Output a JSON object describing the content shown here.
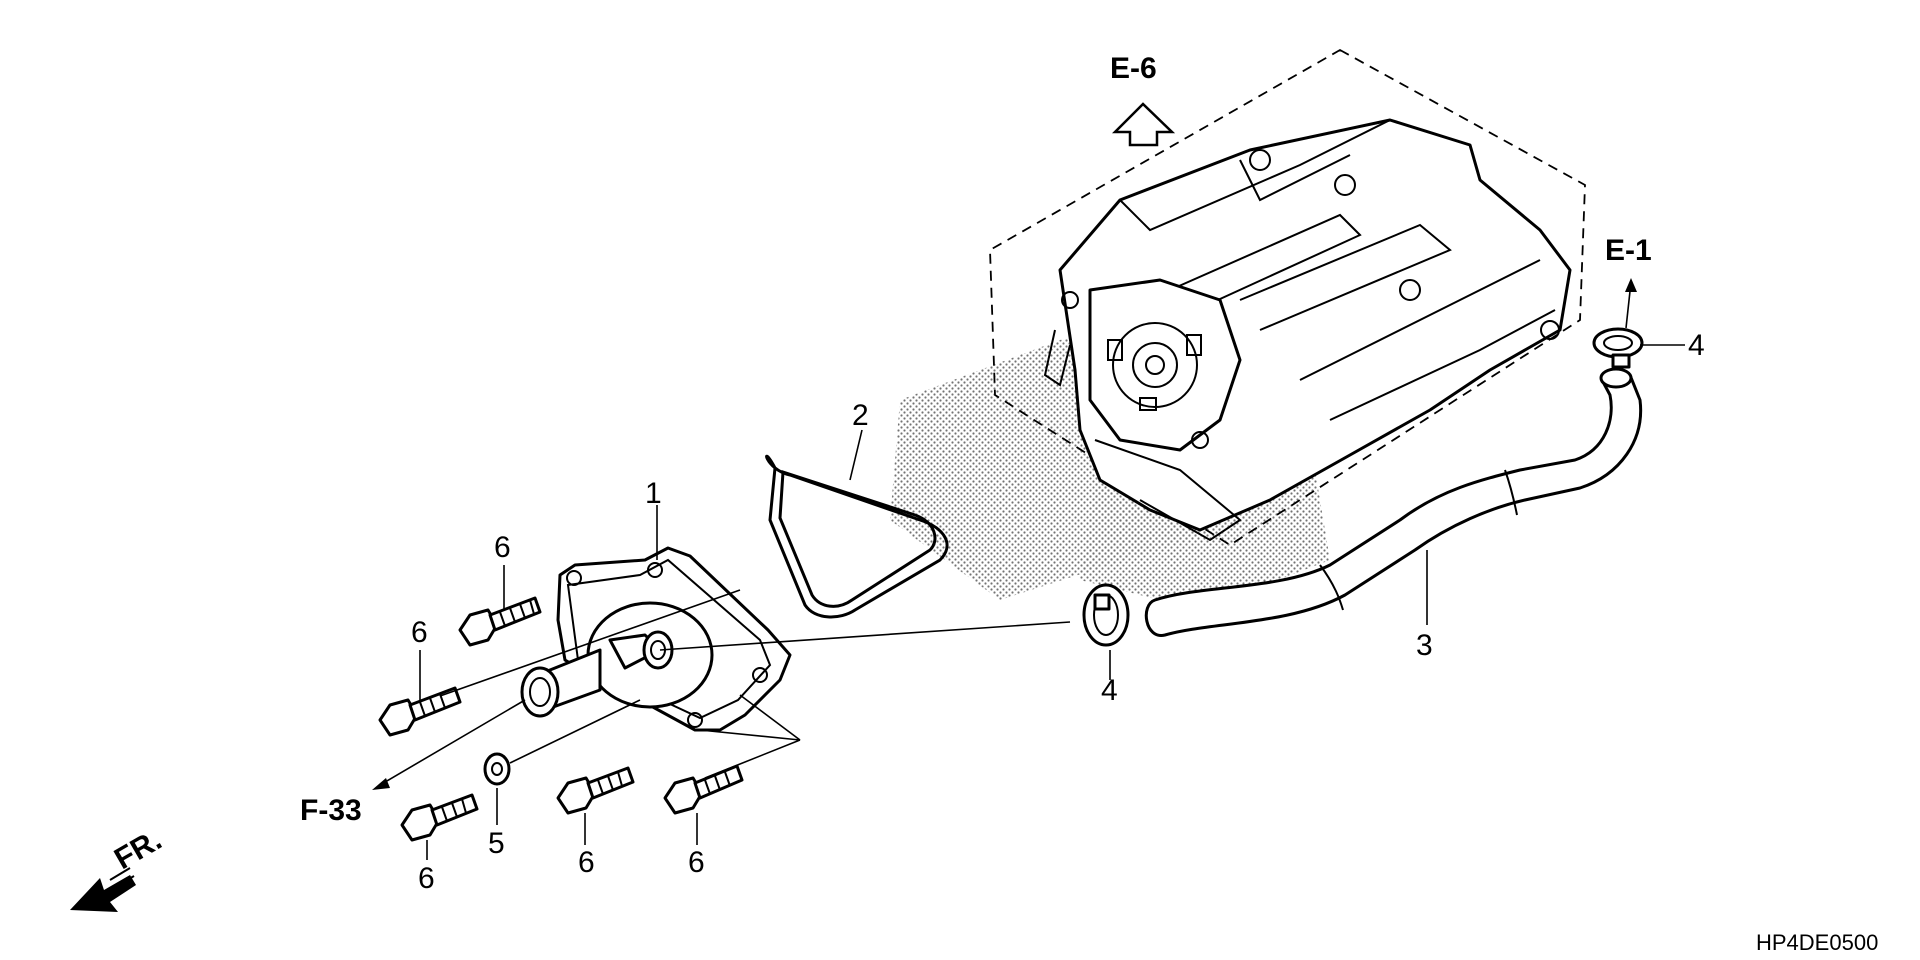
{
  "callouts": {
    "c1": "1",
    "c2": "2",
    "c3": "3",
    "c4a": "4",
    "c4b": "4",
    "c5": "5",
    "c6a": "6",
    "c6b": "6",
    "c6c": "6",
    "c6d": "6",
    "c6e": "6"
  },
  "references": {
    "e6": "E-6",
    "e1": "E-1",
    "f33": "F-33",
    "fr": "FR."
  },
  "diagram_code": "HP4DE0500",
  "icons": [
    "up-arrow-icon",
    "front-direction-arrow-icon"
  ]
}
